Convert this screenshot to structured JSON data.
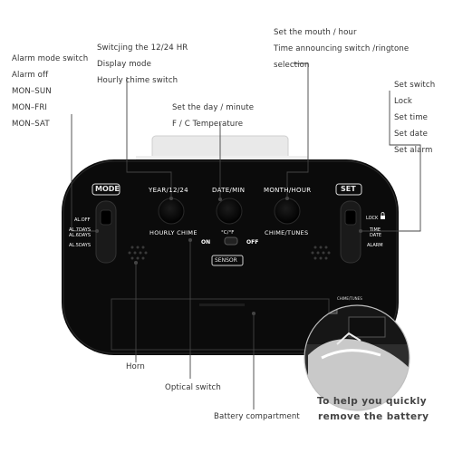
{
  "labels": {
    "alarm_mode": [
      "Alarm mode switch",
      "Alarm off",
      "MON–SUN",
      "MON–FRI",
      "MON–SAT"
    ],
    "display_switch": [
      "Switcjing the 12/24 HR",
      "Display mode",
      "Hourly chime switch"
    ],
    "month_hour": [
      "Set the mouth / hour",
      "Time announcing switch /ringtone",
      "selection"
    ],
    "set_switch": [
      "Set switch",
      "Lock",
      "Set time",
      "Set date",
      "Set alarm"
    ],
    "day_minute": [
      "Set the day / minute",
      "F / C Temperature"
    ],
    "horn": "Horn",
    "optical_switch": "Optical switch",
    "battery": "Battery compartment",
    "remove_battery": [
      "To help you quickly",
      "remove the battery"
    ]
  },
  "device": {
    "mode_button": "MODE",
    "set_button": "SET",
    "year_label": "YEAR/12/24",
    "date_label": "DATE/MIN",
    "month_label": "MONTH/HOUR",
    "hourly_chime": "HOURLY CHIME",
    "chime_tunes": "CHIME/TUNES",
    "temp_unit": "°C/°F",
    "on": "ON",
    "off": "OFF",
    "sensor": "SENSOR",
    "al_off": "AL.OFF",
    "al_7days": "AL.7DAYS",
    "al_6days": "AL.6DAYS",
    "al_5days": "AL.5DAYS",
    "lock": "LOCK",
    "time": "TIME",
    "date": "DATE",
    "alarm": "ALARM",
    "inset_chime": "CHIME/TUNES"
  },
  "colors": {
    "body": "#0b0b0b",
    "line": "#444444",
    "text": "#333333"
  }
}
